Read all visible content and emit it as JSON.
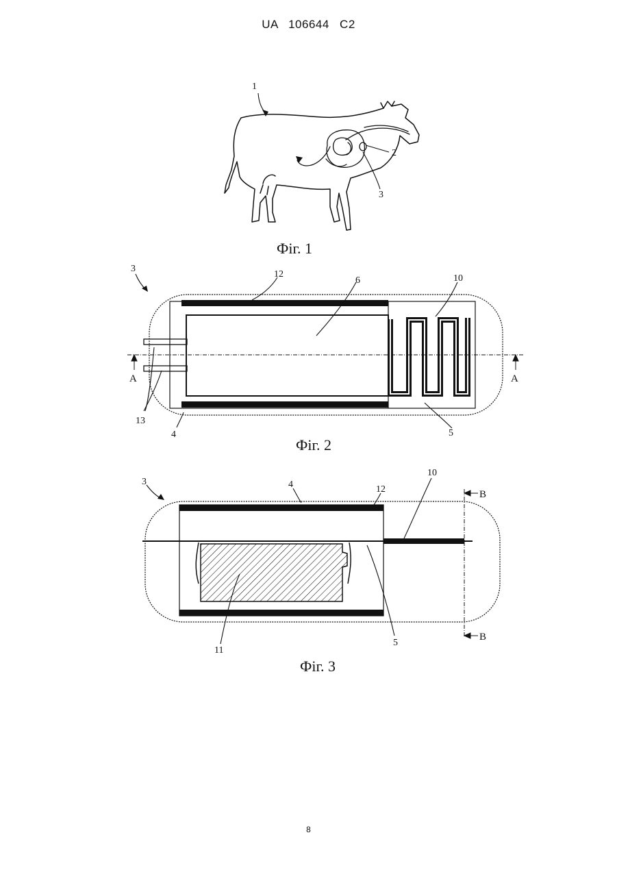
{
  "header": {
    "document_id": "UA 106644 C2"
  },
  "page_number": "8",
  "figures": [
    {
      "id": "fig1",
      "caption": "Фіг. 1",
      "labels": [
        "1",
        "2",
        "3"
      ]
    },
    {
      "id": "fig2",
      "caption": "Фіг. 2",
      "labels": [
        "3",
        "12",
        "6",
        "10",
        "13",
        "4",
        "5"
      ],
      "section_marks": [
        "A",
        "A"
      ]
    },
    {
      "id": "fig3",
      "caption": "Фіг. 3",
      "labels": [
        "3",
        "4",
        "12",
        "10",
        "11",
        "5"
      ],
      "section_marks": [
        "B",
        "B"
      ]
    }
  ]
}
